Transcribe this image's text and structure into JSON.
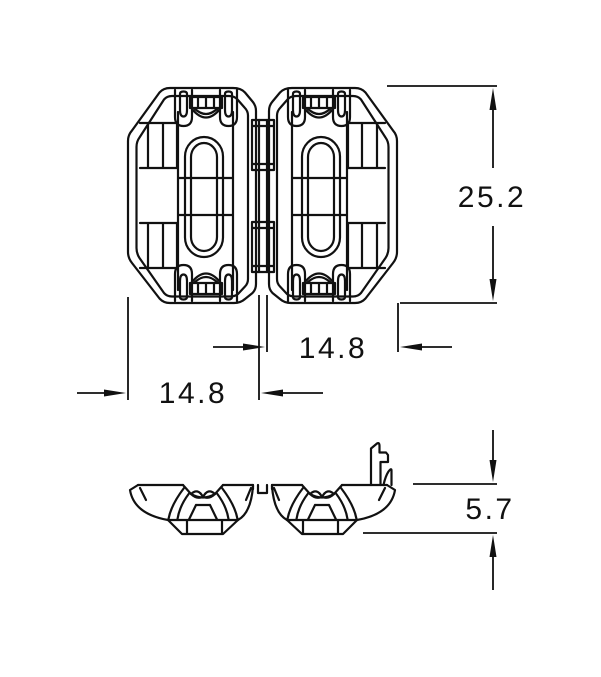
{
  "colors": {
    "line": "#111111",
    "background": "#ffffff"
  },
  "dimensions": {
    "overall_height": "25.2",
    "right_half_width": "14.8",
    "left_half_width": "14.8",
    "side_profile_height": "5.7"
  }
}
